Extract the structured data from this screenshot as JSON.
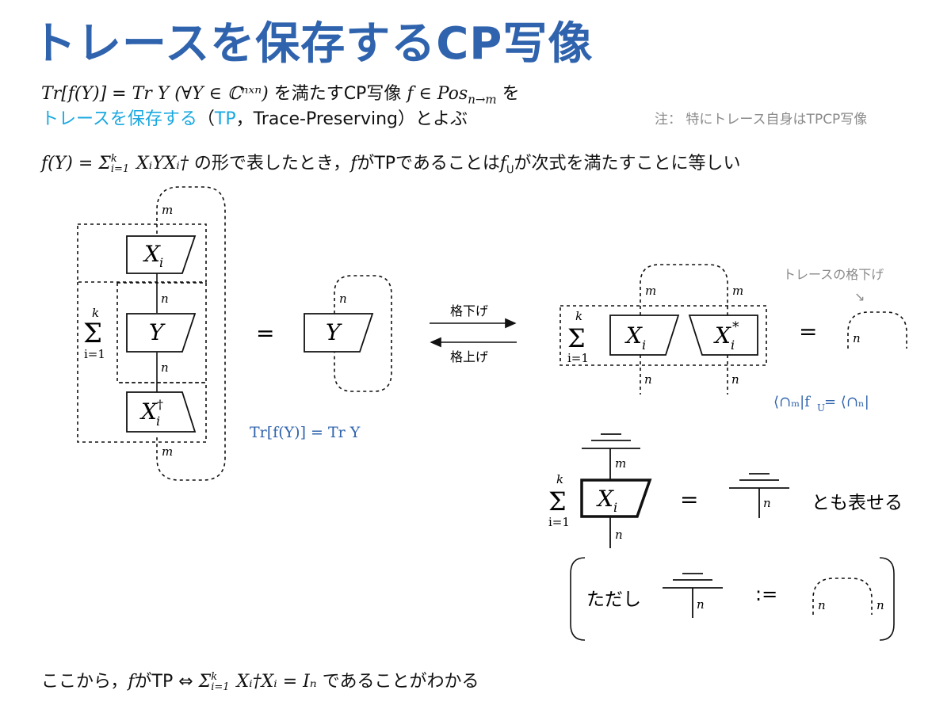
{
  "title": "トレースを保存するCP写像",
  "line1": {
    "formula": "Tr[f(Y)] = Tr Y (∀Y ∈ ℂⁿˣⁿ)",
    "text_a": " を満たすCP写像 ",
    "formula_b": "f ∈ Pos",
    "sub_b": "n→m",
    "text_b": " を"
  },
  "line2": {
    "highlight": "トレースを保存する",
    "paren_open": "（",
    "tp": "TP",
    "comma": "，",
    "trace_preserving": "Trace-Preserving",
    "paren_close": "）とよぶ"
  },
  "note": "注： 特にトレース自身はTPCP写像",
  "line3": {
    "formula": "f(Y) = Σ",
    "sum_sup": "k",
    "sum_sub": "i=1",
    "formula_rest": " XᵢYXᵢ†",
    "text": " の形で表したとき，",
    "f": "f",
    "text2": "がTPであることは",
    "fU": "f",
    "fU_sub": "U",
    "text3": "が次式を満たすことに等しい"
  },
  "diagram": {
    "box_Xi": "X",
    "box_Xi_sub": "i",
    "box_Y": "Y",
    "box_Xidag": "X",
    "dagger": "†",
    "box_Xistar": "X",
    "star": "*",
    "wire_m": "m",
    "wire_n": "n",
    "sum_sup": "k",
    "sum_sym": "Σ",
    "sum_sub": "i=1",
    "equals": "=",
    "coloneq": ":=",
    "arrow_down_label": "格下げ",
    "arrow_up_label": "格上げ",
    "trace_down_label": "トレースの格下げ",
    "trace_down_arrow": "↘",
    "tr_eq": "Tr[f(Y)] = Tr Y",
    "cap_eq": "⟨∩ₘ|f",
    "cap_eq_sub": "U",
    "cap_eq_rest": " = ⟨∩ₙ|",
    "also_text": "とも表せる",
    "tadashi": "ただし"
  },
  "conclusion": {
    "text_a": "ここから，",
    "f": "f",
    "text_b": "がTP ⇔ ",
    "formula": "Σ",
    "sum_sup": "k",
    "sum_sub": "i=1",
    "formula_rest": " Xᵢ†Xᵢ = Iₙ",
    "text_c": " であることがわかる"
  },
  "colors": {
    "title": "#2f63ad",
    "highlight": "#1aa8e0",
    "formula_blue": "#2f63ad",
    "note_gray": "#8a8a8a"
  }
}
